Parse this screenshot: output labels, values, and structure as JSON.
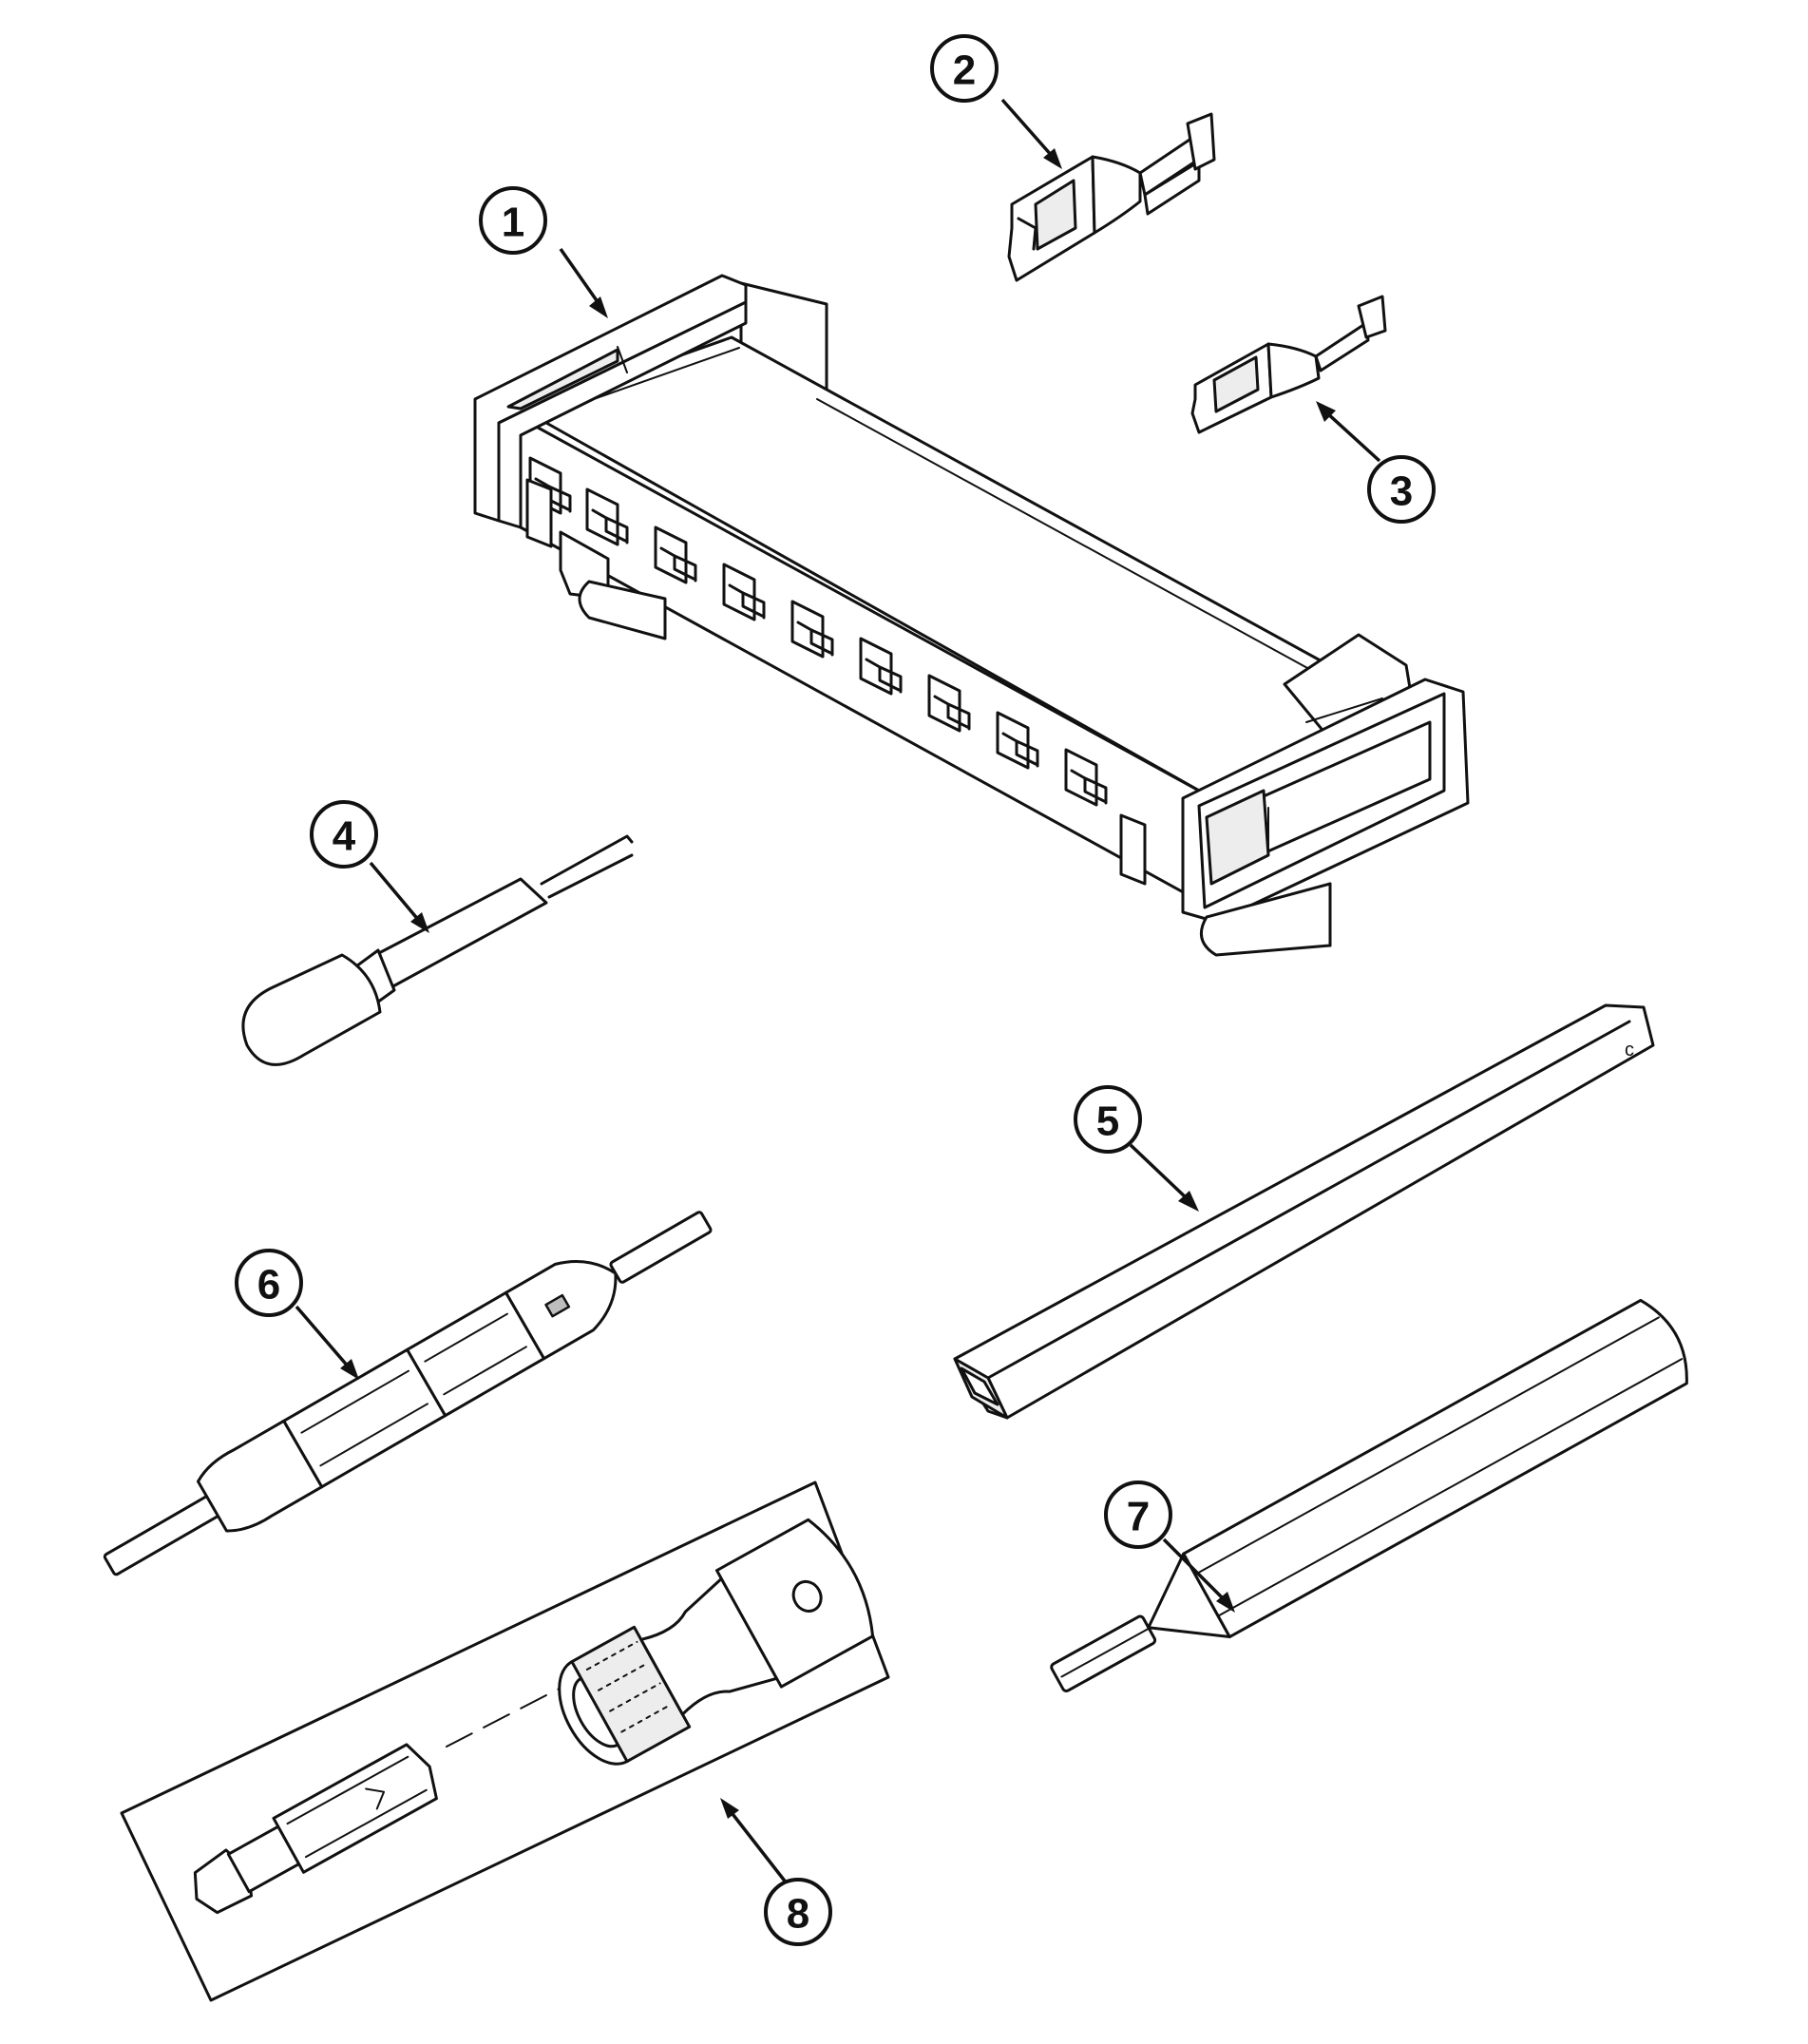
{
  "callouts": [
    {
      "id": "1",
      "label": "1"
    },
    {
      "id": "2",
      "label": "2"
    },
    {
      "id": "3",
      "label": "3"
    },
    {
      "id": "4",
      "label": "4"
    },
    {
      "id": "5",
      "label": "5"
    },
    {
      "id": "6",
      "label": "6"
    },
    {
      "id": "7",
      "label": "7"
    },
    {
      "id": "8",
      "label": "8"
    }
  ],
  "parts": [
    {
      "callout": "1",
      "icon": "terminal-connector-housing-icon"
    },
    {
      "callout": "2",
      "icon": "large-terminal-pin-icon"
    },
    {
      "callout": "3",
      "icon": "small-terminal-pin-icon"
    },
    {
      "callout": "4",
      "icon": "terminal-release-probe-icon"
    },
    {
      "callout": "5",
      "icon": "square-tube-tool-icon"
    },
    {
      "callout": "6",
      "icon": "double-ended-pin-tool-icon"
    },
    {
      "callout": "7",
      "icon": "hex-key-driver-icon"
    },
    {
      "callout": "8",
      "icon": "torx-bit-socket-set-icon"
    }
  ]
}
